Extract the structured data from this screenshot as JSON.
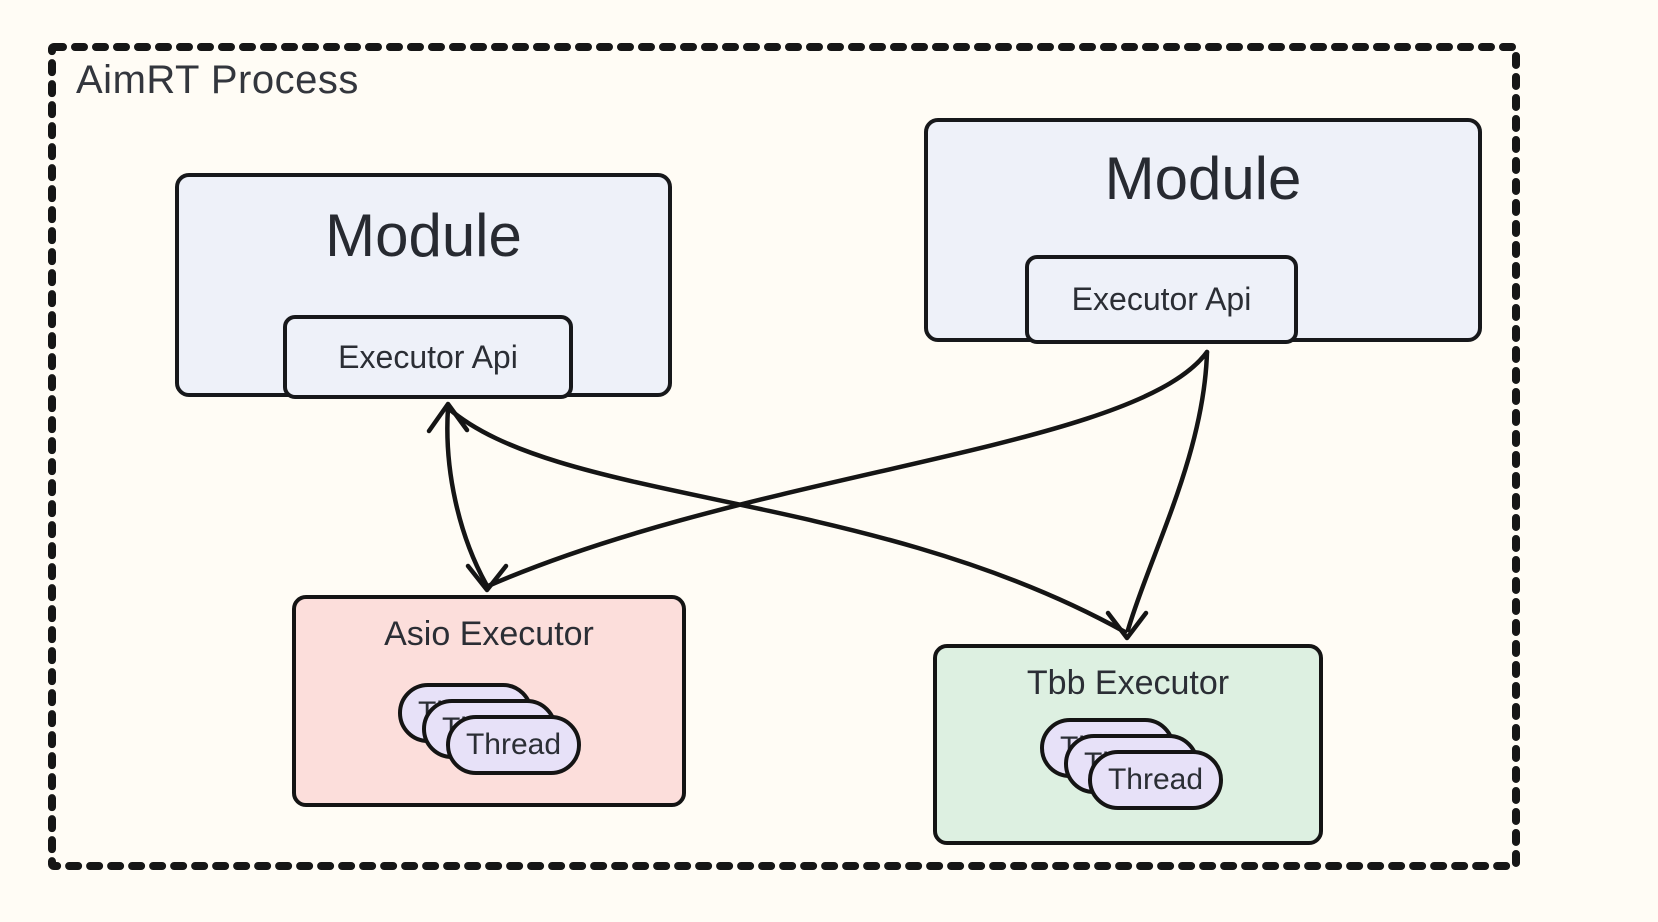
{
  "process": {
    "label": "AimRT Process"
  },
  "modules": [
    {
      "title": "Module",
      "api_label": "Executor Api"
    },
    {
      "title": "Module",
      "api_label": "Executor Api"
    }
  ],
  "executors": [
    {
      "title": "Asio Executor",
      "threads": [
        "Thread",
        "Thread",
        "Thread"
      ]
    },
    {
      "title": "Tbb Executor",
      "threads": [
        "Thread",
        "Thread",
        "Thread"
      ]
    }
  ],
  "arrows": [
    {
      "name": "left-api-to-asio-executor",
      "direction": "bidirectional-vertical"
    },
    {
      "name": "left-api-to-tbb-executor",
      "direction": "down-right"
    },
    {
      "name": "right-api-to-asio-executor",
      "direction": "down-left"
    },
    {
      "name": "right-api-to-tbb-executor",
      "direction": "down"
    }
  ],
  "colors": {
    "canvas_bg": "#fffcf5",
    "process_border": "#161616",
    "module_fill": "#eef1f9",
    "api_fill": "#eef1f9",
    "asio_fill": "#fcdedb",
    "tbb_fill": "#ddf0e1",
    "thread_fill": "#e7e1f8",
    "stroke": "#151515",
    "text": "#2b2e35"
  }
}
